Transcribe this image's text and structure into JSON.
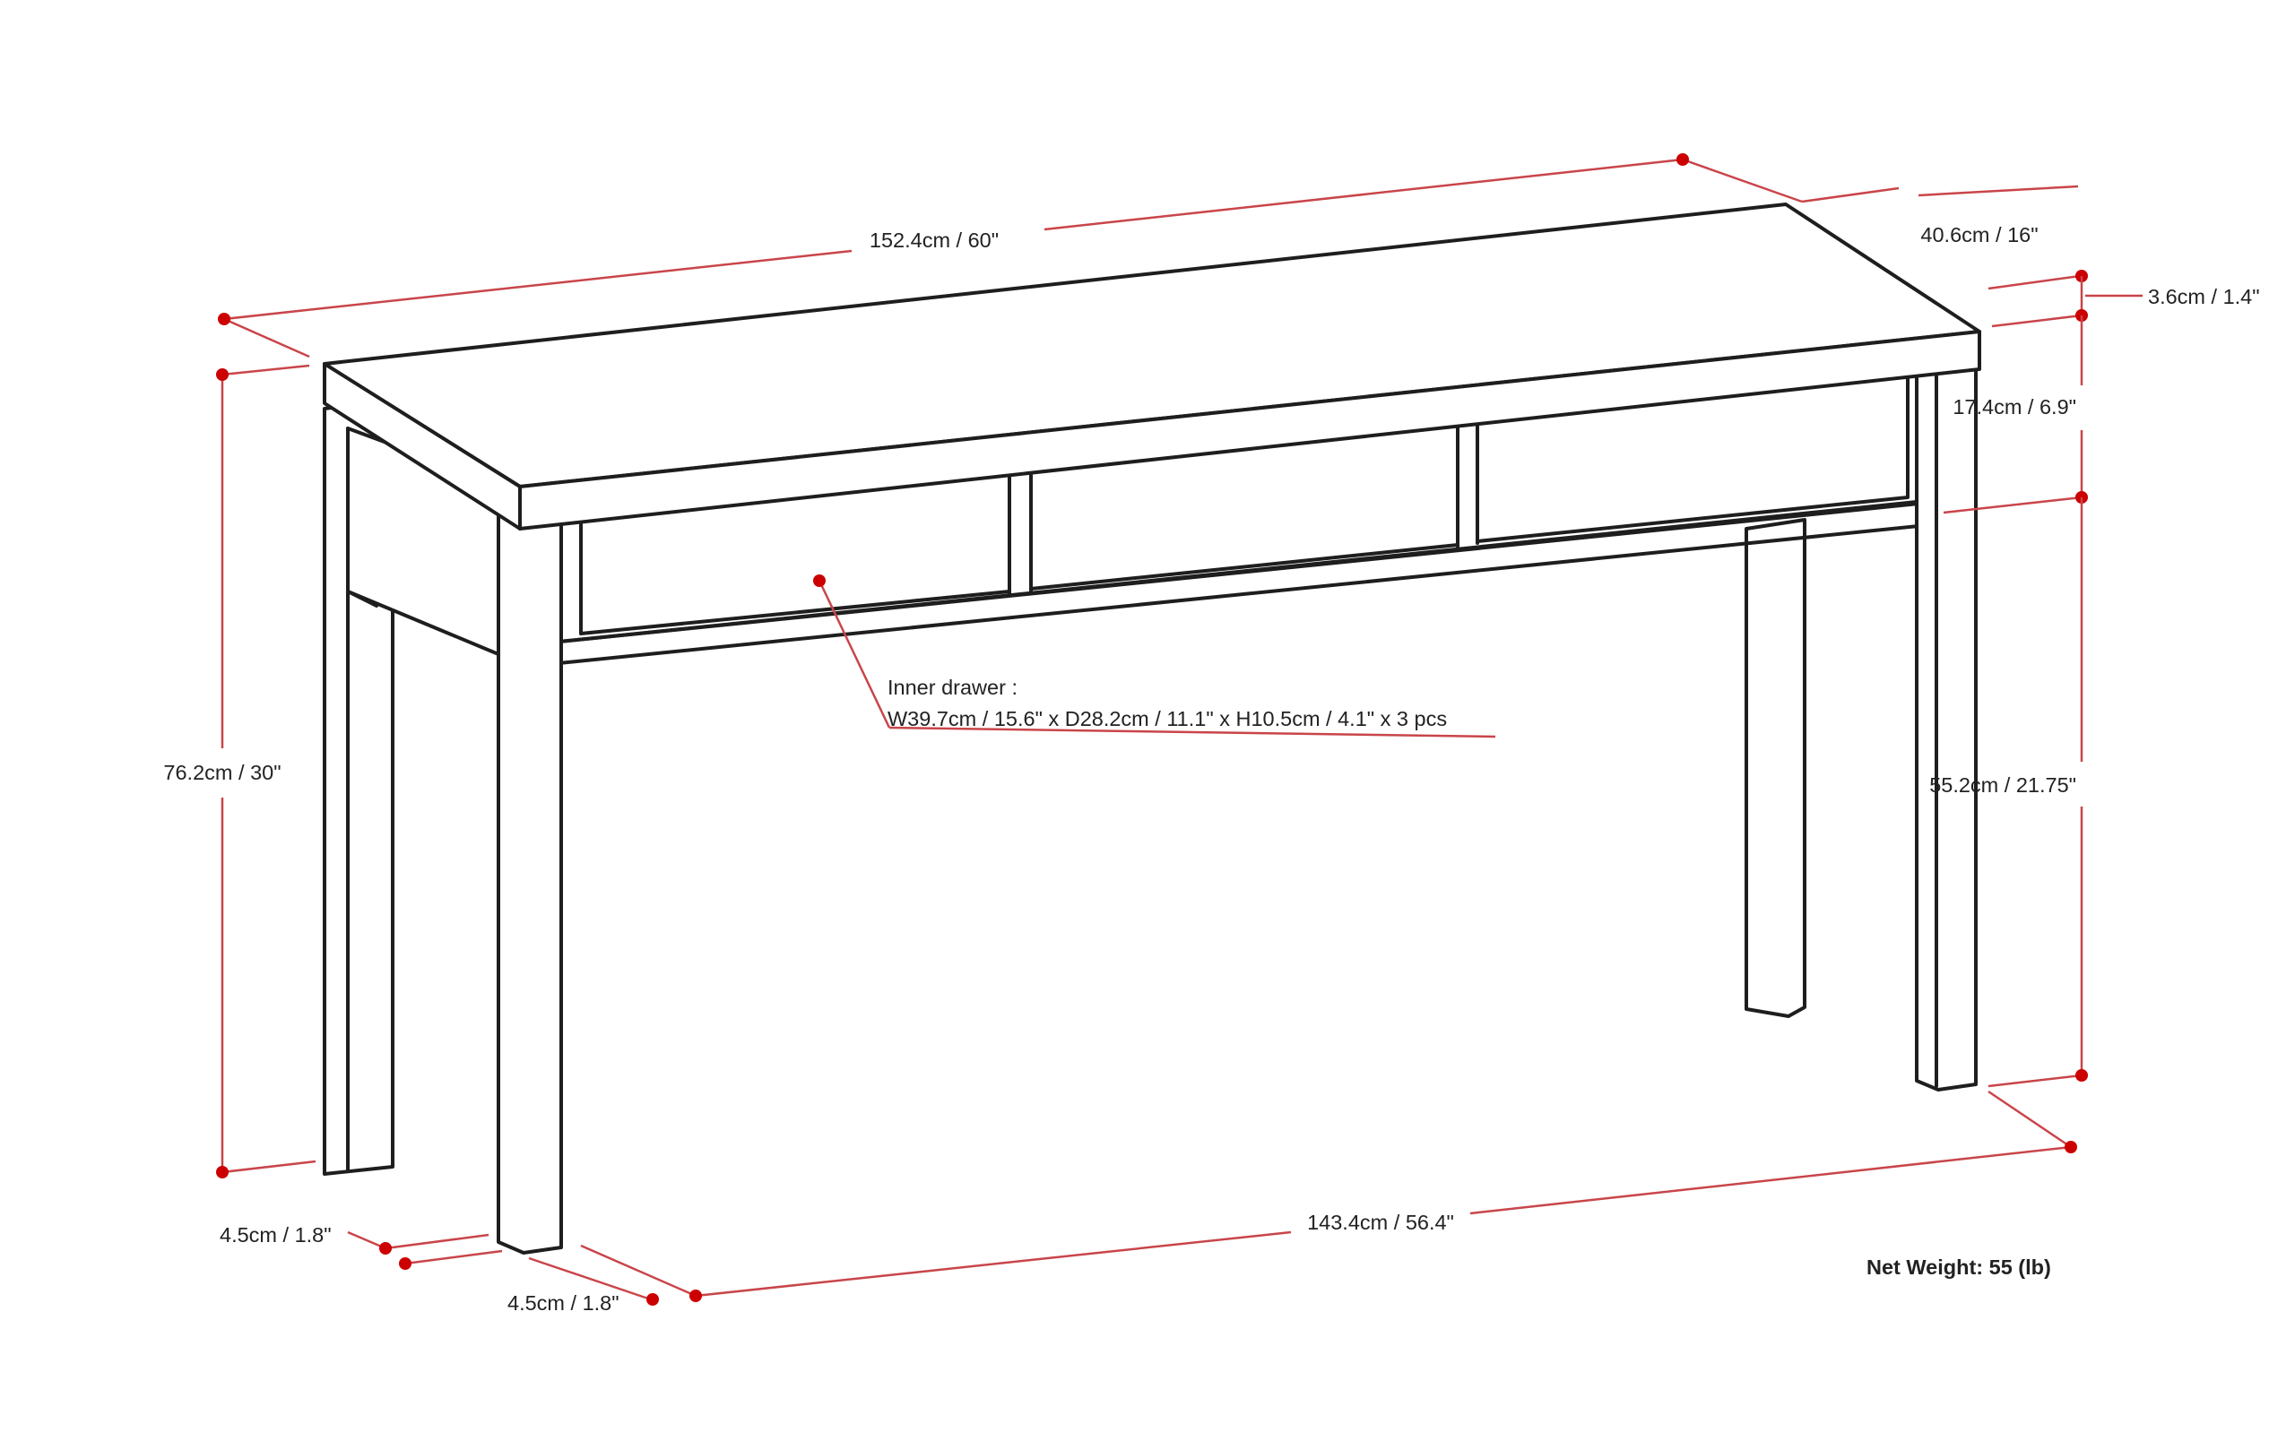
{
  "colors": {
    "dimension_line": "#c9454a",
    "dimension_dot": "#cc0000",
    "outline": "#1e1e1e",
    "background": "#ffffff"
  },
  "dimensions": {
    "overall_width": "152.4cm / 60\"",
    "depth": "40.6cm / 16\"",
    "top_thickness": "3.6cm / 1.4\"",
    "apron_height": "17.4cm / 6.9\"",
    "overall_height": "76.2cm / 30\"",
    "leg_clearance": "55.2cm / 21.75\"",
    "leg_width": "4.5cm / 1.8\"",
    "leg_depth": "4.5cm / 1.8\"",
    "inner_leg_span": "143.4cm / 56.4\""
  },
  "inner_drawer": {
    "label": "Inner drawer :",
    "spec": "W39.7cm / 15.6\" x D28.2cm / 11.1\" x H10.5cm / 4.1\" x 3 pcs"
  },
  "net_weight": "Net Weight: 55 (lb)"
}
